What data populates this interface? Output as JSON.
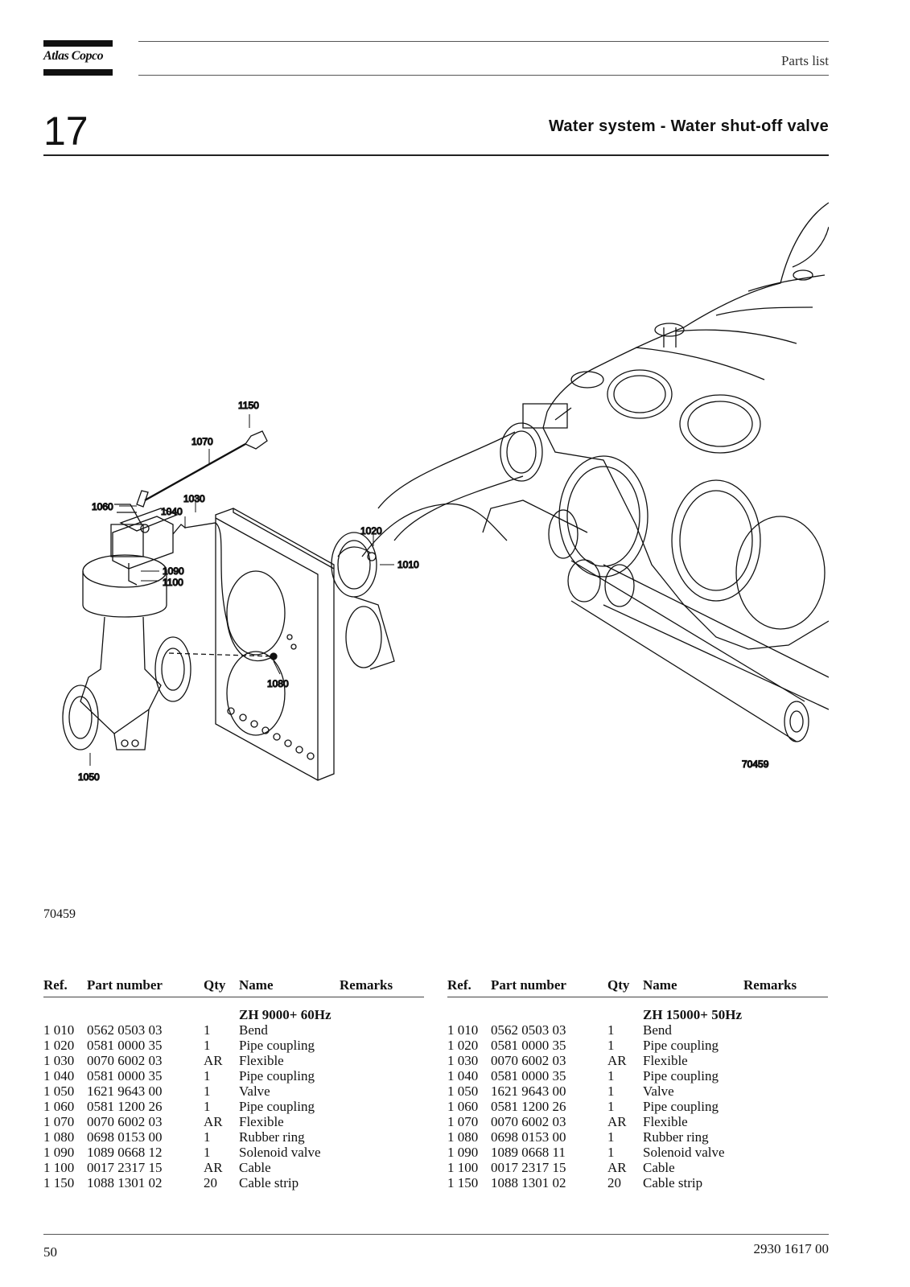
{
  "header": {
    "brand": "Atlas Copco",
    "section": "Parts list"
  },
  "chapter": {
    "number": "17",
    "title": "Water system - Water shut-off valve"
  },
  "figure": {
    "drawing_no": "70459",
    "callouts": [
      "1150",
      "1070",
      "1060",
      "1040",
      "1030",
      "1020",
      "1010",
      "1090",
      "1100",
      "1080",
      "1050"
    ]
  },
  "figure_ref": "70459",
  "tables": {
    "headers": {
      "ref": "Ref.",
      "part_number": "Part number",
      "qty": "Qty",
      "name": "Name",
      "remarks": "Remarks"
    },
    "left": {
      "variant": "ZH 9000+  60Hz",
      "rows": [
        {
          "ref": "1 010",
          "pn": "0562 0503 03",
          "qty": "1",
          "name": "Bend"
        },
        {
          "ref": "1 020",
          "pn": "0581 0000 35",
          "qty": "1",
          "name": "Pipe coupling"
        },
        {
          "ref": "1 030",
          "pn": "0070 6002 03",
          "qty": "AR",
          "name": "Flexible"
        },
        {
          "ref": "1 040",
          "pn": "0581 0000 35",
          "qty": "1",
          "name": "Pipe coupling"
        },
        {
          "ref": "1 050",
          "pn": "1621 9643 00",
          "qty": "1",
          "name": "Valve"
        },
        {
          "ref": "1 060",
          "pn": "0581 1200 26",
          "qty": "1",
          "name": "Pipe coupling"
        },
        {
          "ref": "1 070",
          "pn": "0070 6002 03",
          "qty": "AR",
          "name": "Flexible"
        },
        {
          "ref": "1 080",
          "pn": "0698 0153 00",
          "qty": "1",
          "name": "Rubber ring"
        },
        {
          "ref": "1 090",
          "pn": "1089 0668 12",
          "qty": "1",
          "name": "Solenoid valve"
        },
        {
          "ref": "1 100",
          "pn": "0017 2317 15",
          "qty": "AR",
          "name": "Cable"
        },
        {
          "ref": "1 150",
          "pn": "1088 1301 02",
          "qty": "20",
          "name": "Cable strip"
        }
      ]
    },
    "right": {
      "variant": "ZH 15000+  50Hz",
      "rows": [
        {
          "ref": "1 010",
          "pn": "0562 0503 03",
          "qty": "1",
          "name": "Bend"
        },
        {
          "ref": "1 020",
          "pn": "0581 0000 35",
          "qty": "1",
          "name": "Pipe coupling"
        },
        {
          "ref": "1 030",
          "pn": "0070 6002 03",
          "qty": "AR",
          "name": "Flexible"
        },
        {
          "ref": "1 040",
          "pn": "0581 0000 35",
          "qty": "1",
          "name": "Pipe coupling"
        },
        {
          "ref": "1 050",
          "pn": "1621 9643 00",
          "qty": "1",
          "name": "Valve"
        },
        {
          "ref": "1 060",
          "pn": "0581 1200 26",
          "qty": "1",
          "name": "Pipe coupling"
        },
        {
          "ref": "1 070",
          "pn": "0070 6002 03",
          "qty": "AR",
          "name": "Flexible"
        },
        {
          "ref": "1 080",
          "pn": "0698 0153 00",
          "qty": "1",
          "name": "Rubber ring"
        },
        {
          "ref": "1 090",
          "pn": "1089 0668 11",
          "qty": "1",
          "name": "Solenoid valve"
        },
        {
          "ref": "1 100",
          "pn": "0017 2317 15",
          "qty": "AR",
          "name": "Cable"
        },
        {
          "ref": "1 150",
          "pn": "1088 1301 02",
          "qty": "20",
          "name": "Cable strip"
        }
      ]
    }
  },
  "footer": {
    "page": "50",
    "doc_number": "2930 1617 00"
  }
}
